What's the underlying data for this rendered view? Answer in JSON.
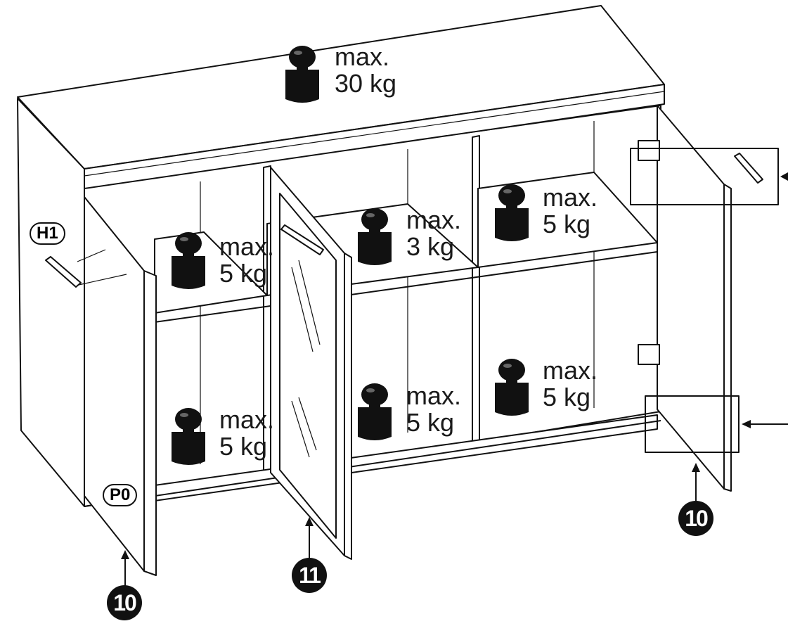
{
  "load_labels": [
    {
      "id": "top",
      "line1": "max.",
      "line2": "30 kg"
    },
    {
      "id": "left-upper",
      "line1": "max.",
      "line2": "5 kg"
    },
    {
      "id": "middle-upper",
      "line1": "max.",
      "line2": "3 kg"
    },
    {
      "id": "right-upper",
      "line1": "max.",
      "line2": "5 kg"
    },
    {
      "id": "left-lower",
      "line1": "max.",
      "line2": "5 kg"
    },
    {
      "id": "middle-lower",
      "line1": "max.",
      "line2": "5 kg"
    },
    {
      "id": "right-lower",
      "line1": "max.",
      "line2": "5 kg"
    }
  ],
  "part_tags": {
    "handle": "H1",
    "foot": "P0"
  },
  "step_numbers": {
    "left_door": "10",
    "glass_door": "11",
    "right_door": "10"
  }
}
